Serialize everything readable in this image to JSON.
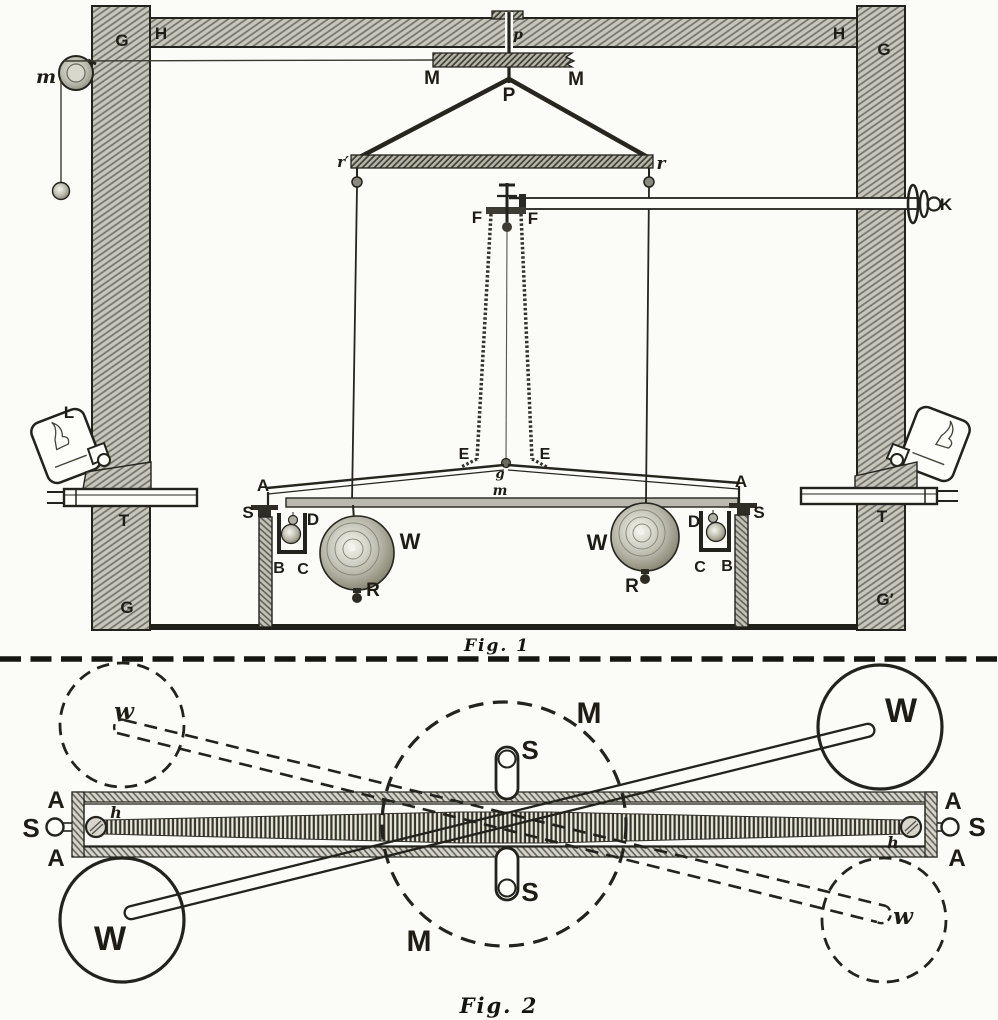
{
  "figure1": {
    "caption": "Fig. 1",
    "labels": {
      "g_top_left": "G",
      "h_left": "H",
      "h_right": "H",
      "g_top_right": "G",
      "pulley_weight_m": "m",
      "suspension_p": "p",
      "plate_m_left": "M",
      "plate_m_right": "M",
      "apex_p": "P",
      "stirrup_r_left": "r′",
      "stirrup_r_right": "r",
      "adjuster_k": "K",
      "fork_f_left": "F",
      "fork_f_right": "F",
      "lamp_l": "L",
      "telescope_t_left": "T",
      "telescope_t_right": "T",
      "e_left": "E",
      "e_right": "E",
      "center_g": "g",
      "center_m": "m",
      "arm_a_left": "A",
      "arm_a_right": "A",
      "stop_s_left": "S",
      "stop_s_right": "S",
      "rider_d_left": "D",
      "rider_d_right": "D",
      "b_left": "B",
      "c_left": "C",
      "c_right": "C",
      "b_right": "B",
      "sphere_w_left": "W",
      "sphere_w_right": "W",
      "rider_r_left": "R",
      "rider_r_right": "R",
      "g_bottom_left": "G",
      "g_bottom_right": "G′"
    }
  },
  "figure2": {
    "caption": "Fig. 2",
    "labels": {
      "w_small_top_left": "w",
      "w_large_bottom_left": "W",
      "m_top": "M",
      "m_bottom": "M",
      "s_pin_top": "S",
      "s_pin_bottom": "S",
      "a_left_top": "A",
      "a_left_bottom": "A",
      "s_far_left": "S",
      "h_left": "h",
      "h_right": "h",
      "a_right_top": "A",
      "a_right_bottom": "A",
      "s_far_right": "S",
      "w_large_top_right": "W",
      "w_small_bottom_right": "w"
    }
  },
  "colors": {
    "ink": "#1d1d16",
    "paper": "#fbfbf8",
    "metal_hatch": "#c6c6bd",
    "dark_hatch": "#b6b6aa"
  }
}
